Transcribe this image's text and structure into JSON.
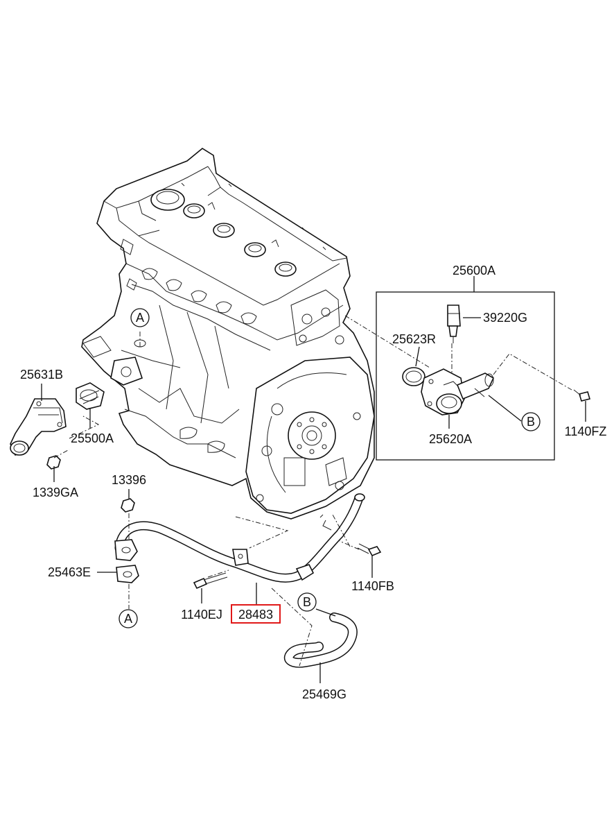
{
  "diagram": {
    "highlight_color": "#e01818",
    "labels": {
      "p25600A": "25600A",
      "p39220G": "39220G",
      "p25623R": "25623R",
      "p25620A": "25620A",
      "p1140FZ": "1140FZ",
      "p25631B": "25631B",
      "p25500A": "25500A",
      "p1339GA": "1339GA",
      "p13396": "13396",
      "p25463E": "25463E",
      "p1140FB": "1140FB",
      "p1140EJ": "1140EJ",
      "p28483": "28483",
      "p25469G": "25469G"
    },
    "refs": {
      "a_engine": "A",
      "a_bottom": "A",
      "b_box": "B",
      "b_hose": "B"
    }
  }
}
